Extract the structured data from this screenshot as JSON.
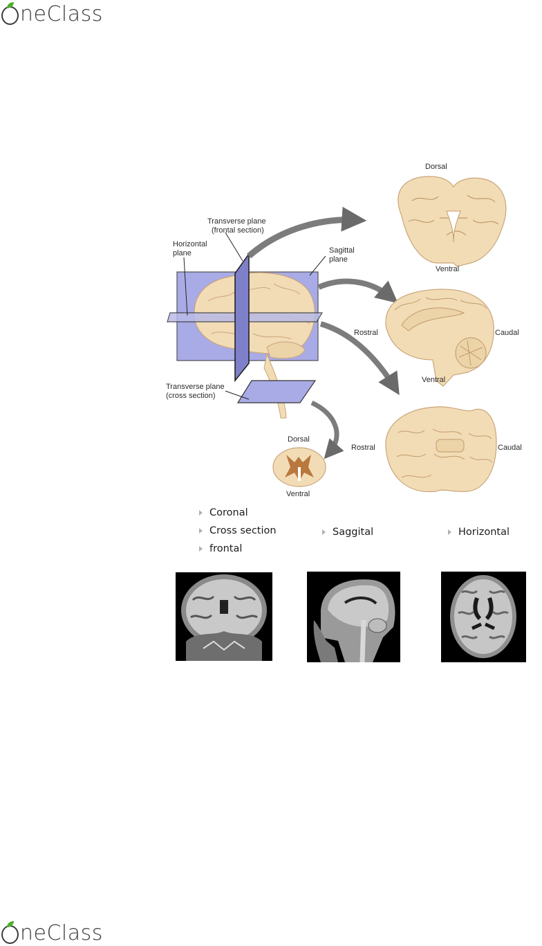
{
  "logo": {
    "word": "neClass",
    "icon": "apple-leaf-icon",
    "colors": {
      "text": "#3b3b3b",
      "leaf": "#4caf2a"
    }
  },
  "figure": {
    "labels": {
      "transverse_frontal_1": "Transverse plane",
      "transverse_frontal_2": "(frontal section)",
      "horizontal_1": "Horizontal",
      "horizontal_2": "plane",
      "sagittal_1": "Sagittal",
      "sagittal_2": "plane",
      "transverse_cross_1": "Transverse plane",
      "transverse_cross_2": "(cross section)",
      "coronal_dorsal": "Dorsal",
      "coronal_ventral": "Ventral",
      "sag_rostral": "Rostral",
      "sag_caudal": "Caudal",
      "sag_ventral": "Ventral",
      "hor_rostral": "Rostral",
      "hor_caudal": "Caudal",
      "spinal_dorsal": "Dorsal",
      "spinal_ventral": "Ventral"
    },
    "colors": {
      "plane": "#a9abe6",
      "tissue": "#f2dcb6",
      "grey_matter": "#b8783e",
      "arrow": "#7c7c7c"
    }
  },
  "bullets": {
    "coronal": "Coronal",
    "cross_section": "Cross section",
    "frontal": "frontal",
    "saggital": "Saggital",
    "horizontal": "Horizontal"
  },
  "scans": [
    "coronal-mri",
    "sagittal-mri",
    "axial-mri"
  ]
}
